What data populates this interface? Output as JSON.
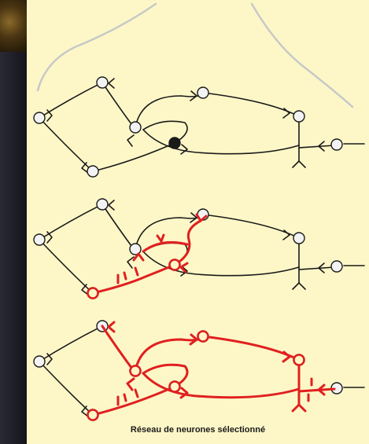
{
  "caption": "Réseau de neurones sélectionné",
  "panels": [
    {
      "id": "initial",
      "highlight": "none"
    },
    {
      "id": "partial",
      "highlight": "partial"
    },
    {
      "id": "selected",
      "highlight": "full"
    }
  ],
  "colors": {
    "background": "#fdf7c7",
    "neuron_default": "#1a1a1a",
    "neuron_selected": "#e02020",
    "neuron_fill": "#f3f3f3",
    "brain_outline": "#c8c8c8"
  }
}
